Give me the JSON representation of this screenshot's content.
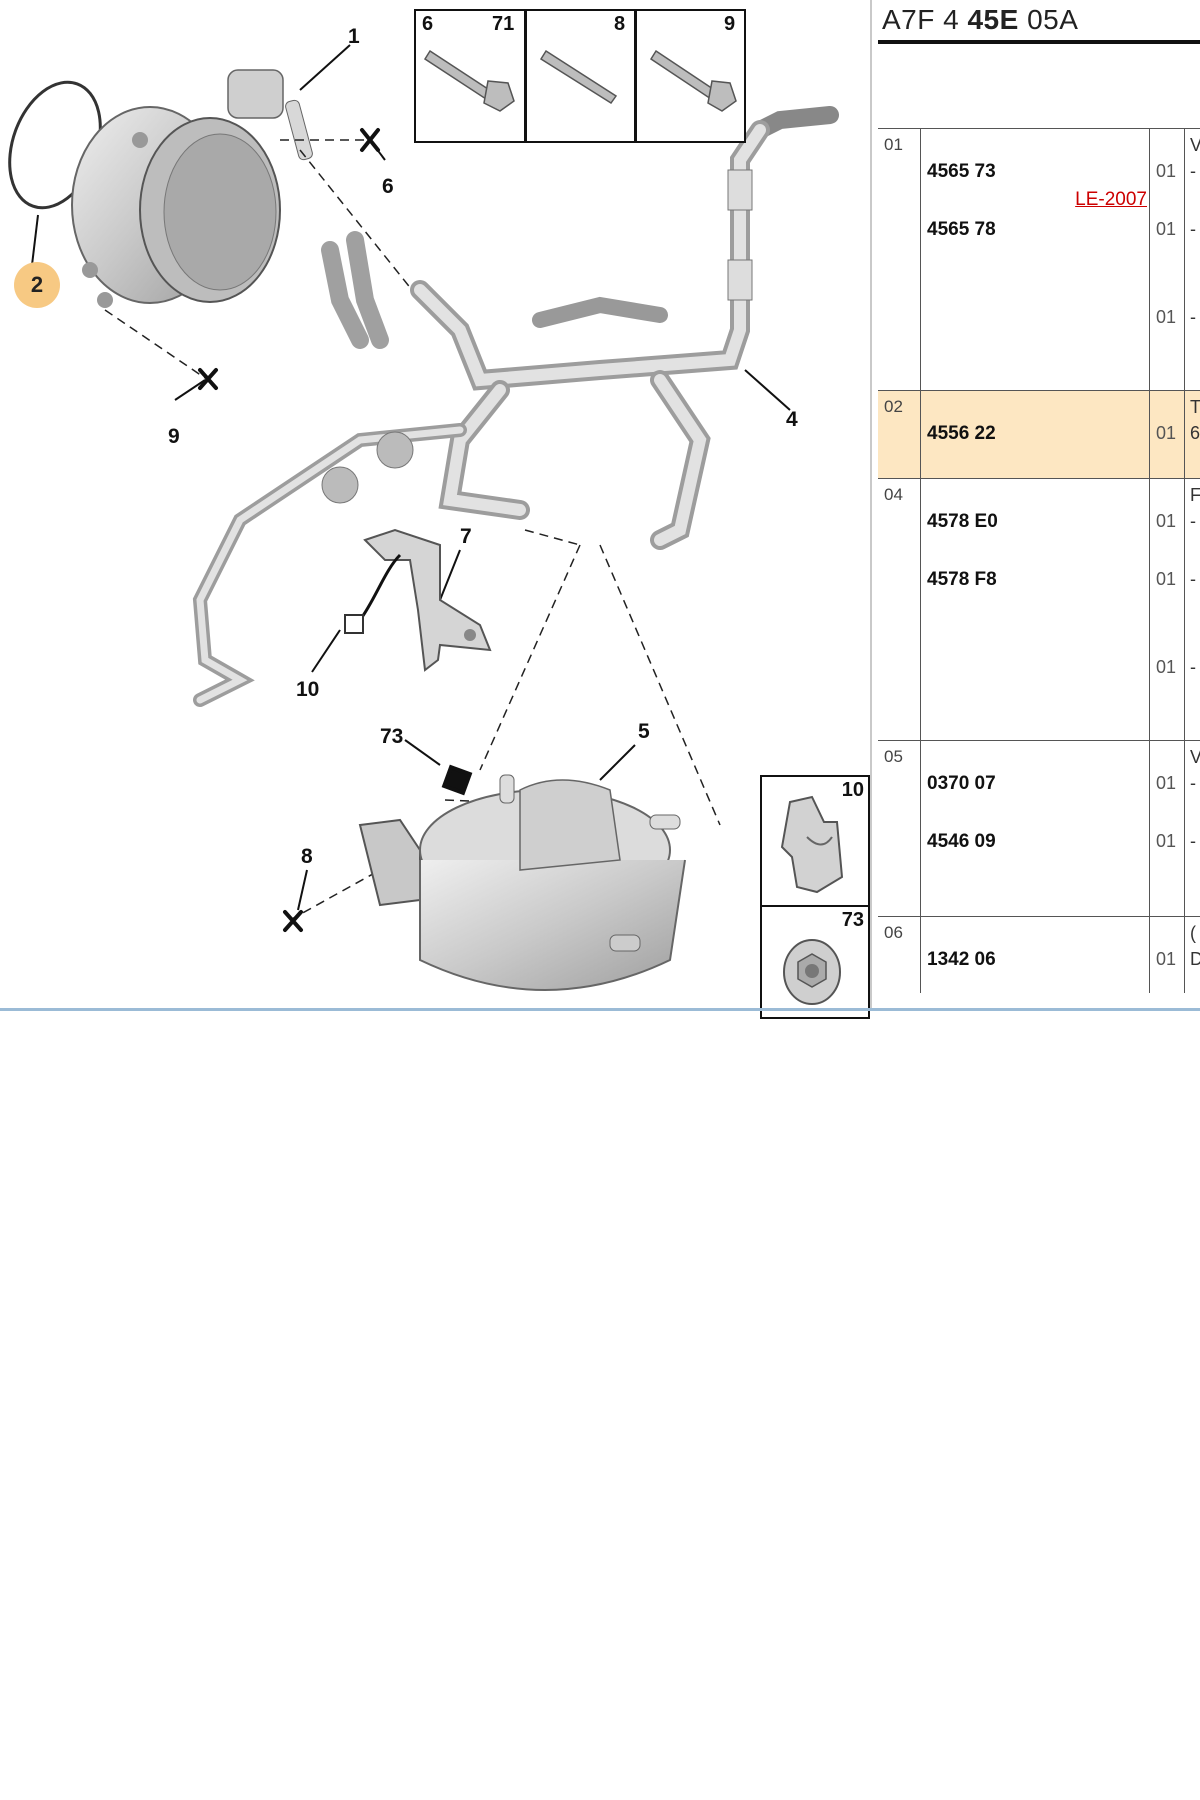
{
  "diagram": {
    "callouts": {
      "c1": "1",
      "c2": "2",
      "c4": "4",
      "c5": "5",
      "c6": "6",
      "c7": "7",
      "c8": "8",
      "c9": "9",
      "c10": "10",
      "c73": "73"
    },
    "insets": {
      "bolt6": "6",
      "bolt71": "71",
      "bolt8": "8",
      "bolt9": "9",
      "clip10": "10",
      "nut73": "73"
    },
    "selected_callout": "2",
    "icons": [
      "vacuum-pump",
      "o-ring",
      "hose-assembly",
      "bracket",
      "vacuum-reservoir",
      "bolt",
      "clip",
      "nut"
    ]
  },
  "panel": {
    "title_prefix": "A7F 4 ",
    "title_bold": "45E",
    "title_suffix": " 05A",
    "groups": [
      {
        "group": "01",
        "rows": [
          {
            "ref": "4565 73",
            "qty": "01",
            "desc": "-",
            "tag": "LE-2007"
          },
          {
            "ref": "4565 78",
            "qty": "01",
            "desc": "-"
          },
          {
            "ref": "",
            "qty": "01",
            "desc": "-"
          }
        ],
        "desc_head": "V"
      },
      {
        "group": "02",
        "selected": true,
        "rows": [
          {
            "ref": "4556 22",
            "qty": "01",
            "desc": "6"
          }
        ],
        "desc_head": "T"
      },
      {
        "group": "04",
        "rows": [
          {
            "ref": "4578 E0",
            "qty": "01",
            "desc": "-"
          },
          {
            "ref": "4578 F8",
            "qty": "01",
            "desc": "-"
          },
          {
            "ref": "",
            "qty": "01",
            "desc": "-"
          }
        ],
        "desc_head": "F"
      },
      {
        "group": "05",
        "rows": [
          {
            "ref": "0370 07",
            "qty": "01",
            "desc": "-"
          },
          {
            "ref": "4546 09",
            "qty": "01",
            "desc": "-"
          }
        ],
        "desc_head": "V"
      },
      {
        "group": "06",
        "rows": [
          {
            "ref": "1342 06",
            "qty": "01",
            "desc": "D"
          }
        ],
        "desc_head": "("
      }
    ],
    "accent": "#fde7c2",
    "tag_color": "#cc0000"
  }
}
